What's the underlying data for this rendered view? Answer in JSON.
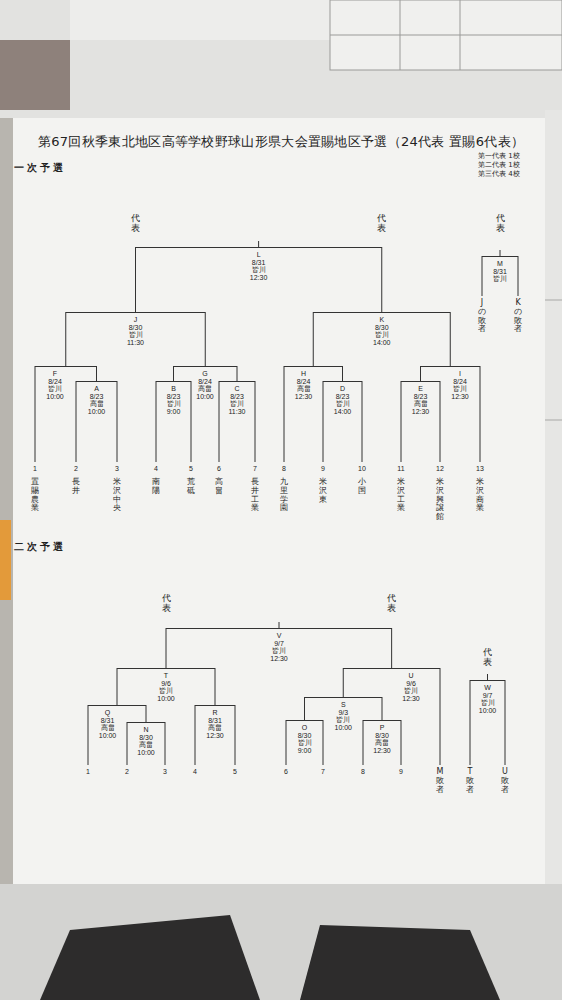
{
  "diagram": {
    "title": "第67回秋季東北地区高等学校野球山形県大会置賜地区予選（24代表 置賜6代表）",
    "nodes": [
      {
        "text": [
          "L",
          "8/31",
          "皆川",
          "12:30"
        ]
      },
      {
        "text": [
          "M",
          "8/31",
          "皆川"
        ]
      },
      {
        "text": [
          "J",
          "8/30",
          "皆川",
          "11:30"
        ]
      },
      {
        "text": [
          "K",
          "8/30",
          "皆川",
          "14:00"
        ]
      },
      {
        "text": [
          "Jの敗者"
        ]
      },
      {
        "text": [
          "Kの敗者"
        ]
      },
      {
        "text": [
          "F",
          "8/24",
          "皆川",
          "10:00"
        ]
      },
      {
        "text": [
          "G",
          "8/24",
          "高畠",
          "10:00"
        ]
      },
      {
        "text": [
          "H",
          "8/24",
          "高畠",
          "12:30"
        ]
      },
      {
        "text": [
          "I",
          "8/24",
          "皆川",
          "12:30"
        ]
      },
      {
        "text": [
          "A",
          "8/23",
          "高畠",
          "10:00"
        ]
      },
      {
        "text": [
          "B",
          "8/23",
          "皆川",
          "9:00"
        ]
      },
      {
        "text": [
          "C",
          "8/23",
          "皆川",
          "11:30"
        ]
      },
      {
        "text": [
          "D",
          "8/23",
          "皆川",
          "14:00"
        ]
      },
      {
        "text": [
          "E",
          "8/23",
          "高畠",
          "12:30"
        ]
      },
      {
        "text": [
          "1",
          "置賜農業"
        ]
      },
      {
        "text": [
          "2",
          "長井"
        ]
      },
      {
        "text": [
          "3",
          "米沢中央"
        ]
      },
      {
        "text": [
          "4",
          "南陽"
        ]
      },
      {
        "text": [
          "5",
          "荒砥"
        ]
      },
      {
        "text": [
          "6",
          "高畠"
        ]
      },
      {
        "text": [
          "7",
          "長井工業"
        ]
      },
      {
        "text": [
          "8",
          "九里学園"
        ]
      },
      {
        "text": [
          "9",
          "米沢東"
        ]
      },
      {
        "text": [
          "10",
          "小国"
        ]
      },
      {
        "text": [
          "11",
          "米沢工業"
        ]
      },
      {
        "text": [
          "12",
          "米沢興譲館"
        ]
      },
      {
        "text": [
          "13",
          "米沢商業"
        ]
      },
      {
        "text": [
          "V",
          "9/7",
          "皆川",
          "12:30"
        ]
      },
      {
        "text": [
          "T",
          "9/6",
          "皆川",
          "10:00"
        ]
      },
      {
        "text": [
          "U",
          "9/6",
          "皆川",
          "12:30"
        ]
      },
      {
        "text": [
          "W",
          "9/7",
          "皆川",
          "10:00"
        ]
      },
      {
        "text": [
          "S",
          "9/3",
          "皆川",
          "10:00"
        ]
      },
      {
        "text": [
          "Q",
          "8/31",
          "高畠",
          "10:00"
        ]
      },
      {
        "text": [
          "R",
          "8/31",
          "高畠",
          "12:30"
        ]
      },
      {
        "text": [
          "N",
          "8/30",
          "高畠",
          "10:00"
        ]
      },
      {
        "text": [
          "O",
          "8/30",
          "皆川",
          "9:00"
        ]
      },
      {
        "text": [
          "P",
          "8/30",
          "高畠",
          "12:30"
        ]
      },
      {
        "text": [
          "1"
        ]
      },
      {
        "text": [
          "2"
        ]
      },
      {
        "text": [
          "3"
        ]
      },
      {
        "text": [
          "4"
        ]
      },
      {
        "text": [
          "5"
        ]
      },
      {
        "text": [
          "6"
        ]
      },
      {
        "text": [
          "7"
        ]
      },
      {
        "text": [
          "8"
        ]
      },
      {
        "text": [
          "9"
        ]
      },
      {
        "text": [
          "M敗者"
        ]
      },
      {
        "text": [
          "T敗者"
        ]
      },
      {
        "text": [
          "U敗者"
        ]
      }
    ],
    "edges": [
      {
        "from": 2,
        "to": 0,
        "arrow": "none"
      },
      {
        "from": 3,
        "to": 0,
        "arrow": "none"
      },
      {
        "from": 4,
        "to": 1,
        "arrow": "none"
      },
      {
        "from": 5,
        "to": 1,
        "arrow": "none"
      },
      {
        "from": 6,
        "to": 2,
        "arrow": "none"
      },
      {
        "from": 7,
        "to": 2,
        "arrow": "none"
      },
      {
        "from": 8,
        "to": 3,
        "arrow": "none"
      },
      {
        "from": 9,
        "to": 3,
        "arrow": "none"
      },
      {
        "from": 15,
        "to": 6,
        "arrow": "none"
      },
      {
        "from": 10,
        "to": 6,
        "arrow": "none"
      },
      {
        "from": 11,
        "to": 7,
        "arrow": "none"
      },
      {
        "from": 12,
        "to": 7,
        "arrow": "none"
      },
      {
        "from": 22,
        "to": 8,
        "arrow": "none"
      },
      {
        "from": 13,
        "to": 8,
        "arrow": "none"
      },
      {
        "from": 14,
        "to": 9,
        "arrow": "none"
      },
      {
        "from": 27,
        "to": 9,
        "arrow": "none"
      },
      {
        "from": 16,
        "to": 10,
        "arrow": "none"
      },
      {
        "from": 17,
        "to": 10,
        "arrow": "none"
      },
      {
        "from": 18,
        "to": 11,
        "arrow": "none"
      },
      {
        "from": 19,
        "to": 11,
        "arrow": "none"
      },
      {
        "from": 20,
        "to": 12,
        "arrow": "none"
      },
      {
        "from": 21,
        "to": 12,
        "arrow": "none"
      },
      {
        "from": 23,
        "to": 13,
        "arrow": "none"
      },
      {
        "from": 24,
        "to": 13,
        "arrow": "none"
      },
      {
        "from": 25,
        "to": 14,
        "arrow": "none"
      },
      {
        "from": 26,
        "to": 14,
        "arrow": "none"
      },
      {
        "from": 29,
        "to": 28,
        "arrow": "none"
      },
      {
        "from": 30,
        "to": 28,
        "arrow": "none"
      },
      {
        "from": 33,
        "to": 29,
        "arrow": "none"
      },
      {
        "from": 34,
        "to": 29,
        "arrow": "none"
      },
      {
        "from": 32,
        "to": 30,
        "arrow": "none"
      },
      {
        "from": 47,
        "to": 30,
        "arrow": "none"
      },
      {
        "from": 48,
        "to": 31,
        "arrow": "none"
      },
      {
        "from": 49,
        "to": 31,
        "arrow": "none"
      },
      {
        "from": 36,
        "to": 32,
        "arrow": "none"
      },
      {
        "from": 37,
        "to": 32,
        "arrow": "none"
      },
      {
        "from": 38,
        "to": 33,
        "arrow": "none"
      },
      {
        "from": 35,
        "to": 33,
        "arrow": "none"
      },
      {
        "from": 41,
        "to": 34,
        "arrow": "none"
      },
      {
        "from": 42,
        "to": 34,
        "arrow": "none"
      },
      {
        "from": 39,
        "to": 35,
        "arrow": "none"
      },
      {
        "from": 40,
        "to": 35,
        "arrow": "none"
      },
      {
        "from": 43,
        "to": 36,
        "arrow": "none"
      },
      {
        "from": 44,
        "to": 36,
        "arrow": "none"
      },
      {
        "from": 45,
        "to": 37,
        "arrow": "none"
      },
      {
        "from": 46,
        "to": 37,
        "arrow": "none"
      }
    ],
    "labels": [
      "第一代表 1校",
      "第二代表 1校",
      "第三代表 4校",
      "一次予選",
      "代表",
      "代表",
      "代表",
      "二次予選",
      "代表",
      "代表",
      "代表"
    ]
  }
}
